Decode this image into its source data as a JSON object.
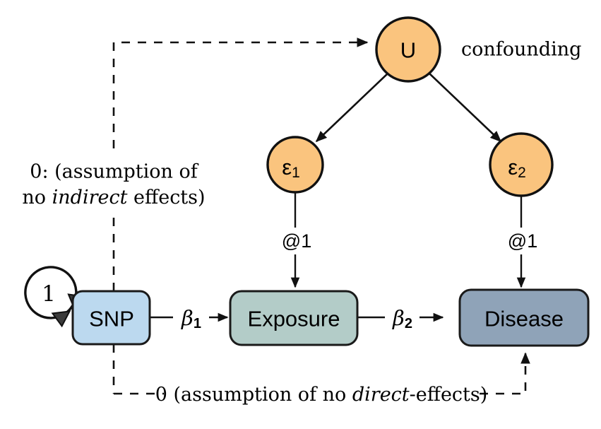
{
  "diagram": {
    "title": "Mendelian randomization path diagram",
    "colors": {
      "snp_fill": "#bcd9ef",
      "exposure_fill": "#b3ccc8",
      "disease_fill": "#8fa3b8",
      "latent_fill": "#fac47e",
      "stroke": "#111111",
      "background": "#ffffff"
    },
    "nodes": {
      "snp": {
        "label": "SNP",
        "shape": "rounded-rect"
      },
      "exposure": {
        "label": "Exposure",
        "shape": "rounded-rect"
      },
      "disease": {
        "label": "Disease",
        "shape": "rounded-rect"
      },
      "u": {
        "label": "U",
        "shape": "circle"
      },
      "e1": {
        "label": "ε",
        "subscript": "1",
        "shape": "circle"
      },
      "e2": {
        "label": "ε",
        "subscript": "2",
        "shape": "circle"
      }
    },
    "edge_labels": {
      "snp_variance": "1",
      "beta1": "β",
      "beta1_sub": "1",
      "beta2": "β",
      "beta2_sub": "2",
      "e1_to_exposure": "@1",
      "e2_to_disease": "@1"
    },
    "annotations": {
      "confounding": "confounding",
      "indirect_line1": "0: (assumption of",
      "indirect_line2_pre": "no ",
      "indirect_line2_italic": "indirect",
      "indirect_line2_post": " effects)",
      "direct_pre": "0 (assumption of no ",
      "direct_italic": "direct",
      "direct_post": "-effects)"
    }
  }
}
